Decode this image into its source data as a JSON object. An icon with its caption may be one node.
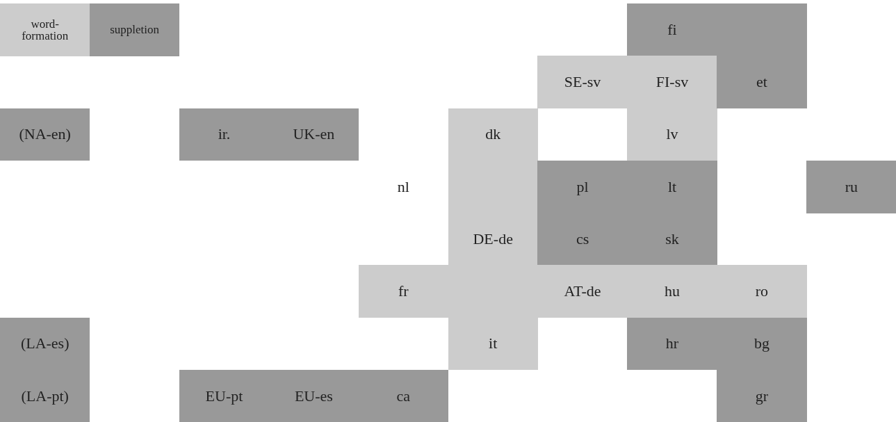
{
  "diagram": {
    "nodes": [
      {
        "text": [
          "fi"
        ]
      },
      {
        "text": [],
        "shape": "box"
      },
      {
        "text": [
          "SE-sv"
        ]
      },
      {
        "text": [
          "FI-sv"
        ]
      },
      {
        "text": [
          "et"
        ]
      },
      {
        "text": [
          "(NA-en)"
        ]
      },
      {
        "text": [
          "ir."
        ]
      },
      {
        "text": [
          "UK-en"
        ]
      },
      {
        "text": [
          "dk"
        ]
      },
      {
        "text": [
          "lv"
        ]
      },
      {
        "text": [],
        "shape": "box"
      },
      {
        "text": [
          "pl"
        ]
      },
      {
        "text": [
          "lt"
        ]
      },
      {
        "text": [
          "ru"
        ]
      },
      {
        "text": [
          "DE-de"
        ]
      },
      {
        "text": [
          "cs"
        ]
      },
      {
        "text": [
          "sk"
        ]
      },
      {
        "text": [
          "fr"
        ]
      },
      {
        "text": [],
        "shape": "box"
      },
      {
        "text": [
          "AT-de"
        ]
      },
      {
        "text": [
          "hu"
        ]
      },
      {
        "text": [
          "ro"
        ]
      },
      {
        "text": [
          "(LA-es)"
        ]
      },
      {
        "text": [
          "it"
        ]
      },
      {
        "text": [
          "hr"
        ]
      },
      {
        "text": [
          "bg"
        ]
      },
      {
        "text": [
          "(LA-pt)"
        ]
      },
      {
        "text": [
          "EU-pt"
        ]
      },
      {
        "text": [
          "EU-es"
        ]
      },
      {
        "text": [
          "ca"
        ]
      },
      {
        "text": [
          "gr"
        ]
      }
    ],
    "labels": [
      "nl"
    ],
    "legend": [
      {
        "text": "word-formation",
        "color": "#cccccc"
      },
      {
        "text": "suppletion",
        "color": "#999999"
      }
    ]
  }
}
